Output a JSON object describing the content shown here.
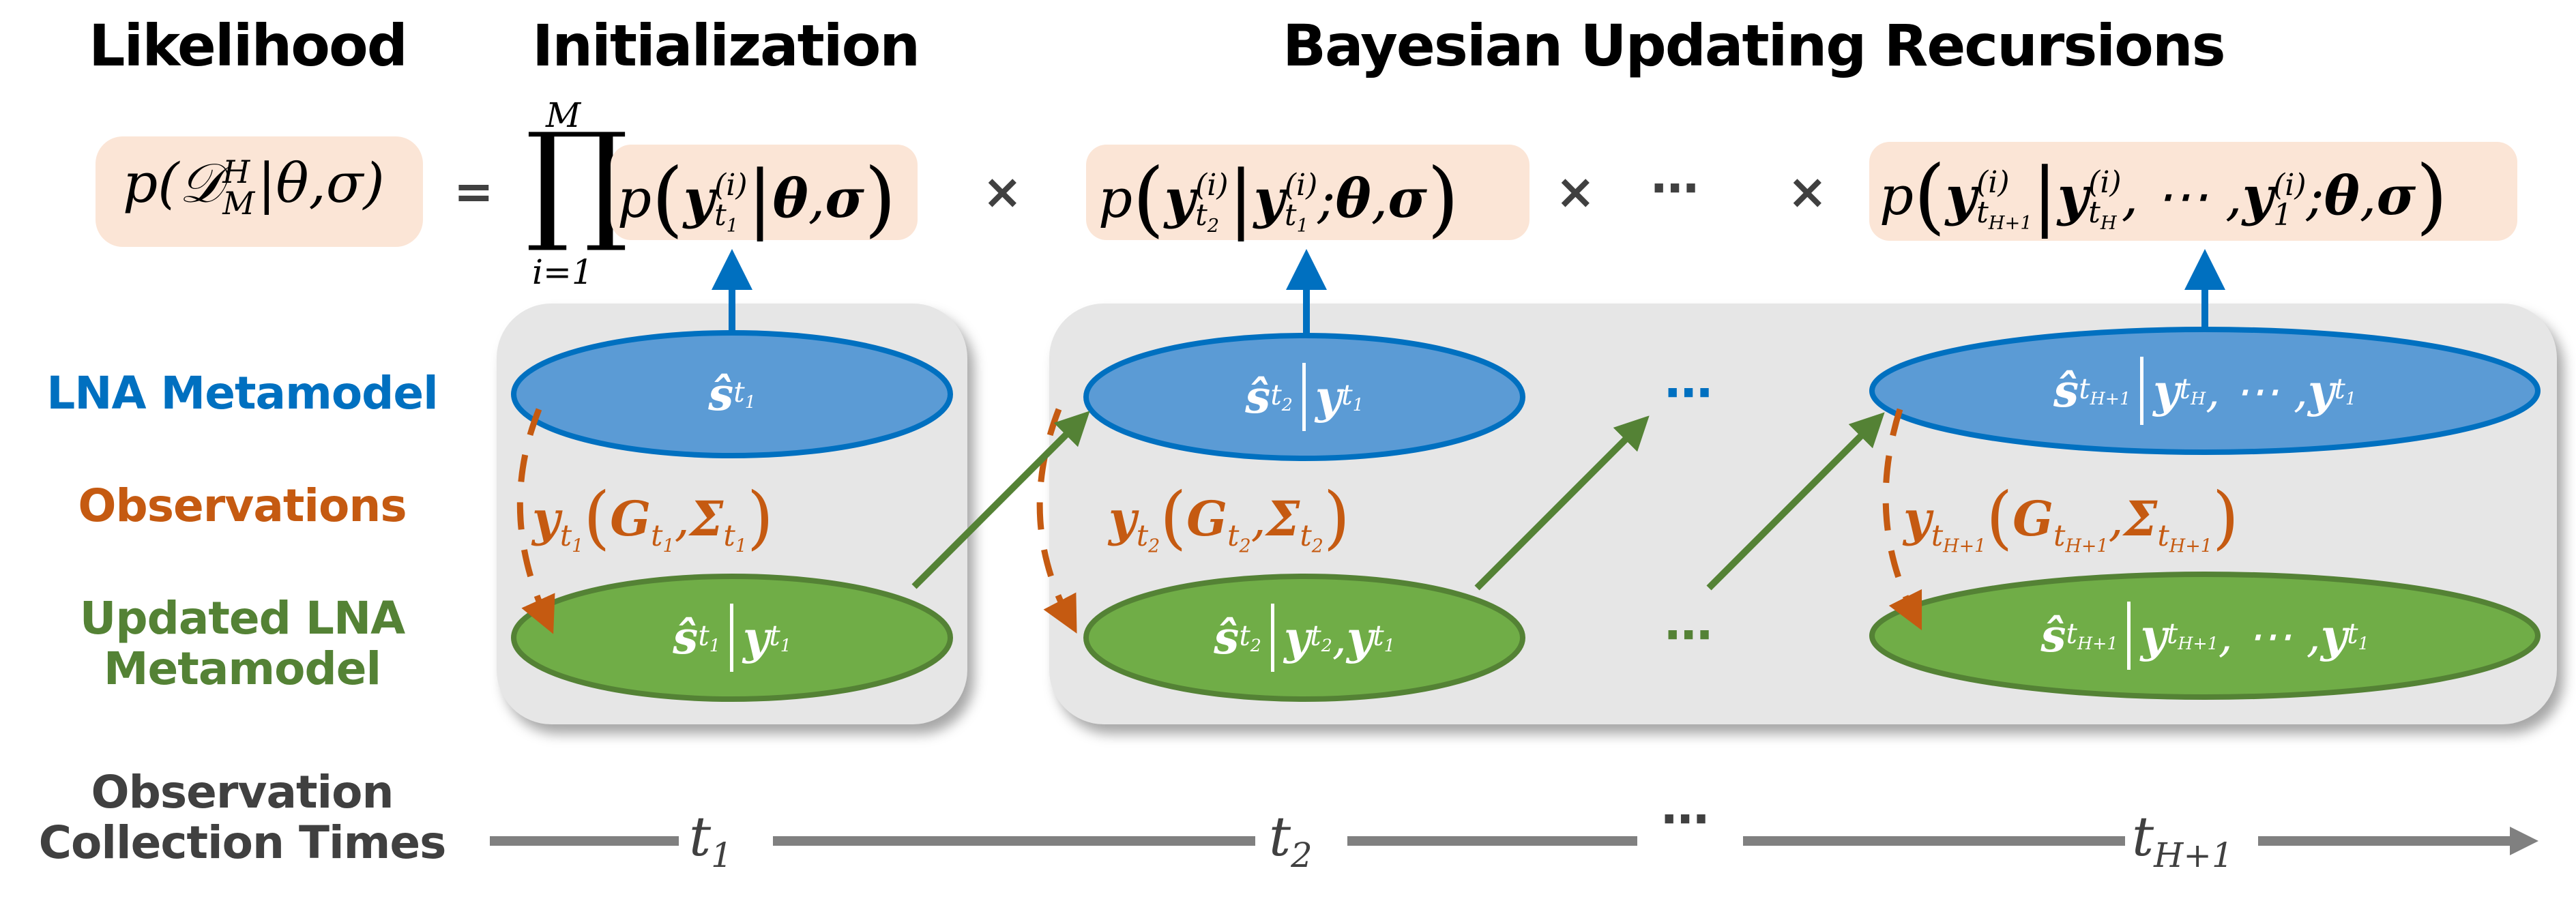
{
  "headings": {
    "likelihood": "Likelihood",
    "initialization": "Initialization",
    "bayesian": "Bayesian Updating Recursions"
  },
  "row_labels": {
    "lna": "LNA Metamodel",
    "observations": "Observations",
    "updated_line1": "Updated LNA",
    "updated_line2": "Metamodel",
    "times_line1": "Observation",
    "times_line2": "Collection Times"
  },
  "equation": {
    "lhs": "p(𝒟ᴹᴴ|θ,σ)",
    "lhs_p": "p(",
    "lhs_D": "𝒟",
    "lhs_sup": "H",
    "lhs_sub": "M",
    "lhs_rest": "|θ,σ)",
    "equals": "=",
    "prod_symbol": "∏",
    "prod_upper": "M",
    "prod_lower": "i=1",
    "term1": "p(y_t1^(i) | θ,σ)",
    "term2": "p(y_t2^(i) | y_t1^(i); θ,σ)",
    "term3": "p(y_tH+1^(i) | y_tH^(i), ⋯, y_1^(i); θ,σ)",
    "times": "×",
    "ellipsis": "⋯"
  },
  "nodes": {
    "init_prior": "ŝ_t1",
    "init_posterior": "ŝ_t1 | y_t1",
    "t2_prior": "ŝ_t2 | y_t1",
    "t2_posterior": "ŝ_t2 | y_t2, y_t1",
    "tH_prior": "ŝ_tH+1 | y_tH, ⋯, y_t1",
    "tH_posterior": "ŝ_tH+1 | y_tH+1, ⋯, y_t1",
    "ellipsis": "⋯"
  },
  "observations": {
    "t1": "y_t1(G_t1, Σ_t1)",
    "t2": "y_t2(G_t2, Σ_t2)",
    "tH": "y_tH+1(G_tH+1, Σ_tH+1)"
  },
  "timeline": {
    "t1": "t1",
    "t2": "t2",
    "ellipsis": "⋯",
    "tH": "tH+1"
  },
  "colors": {
    "blue_fill": "#5b9bd5",
    "blue_stroke": "#0070c0",
    "green_fill": "#70ad47",
    "green_stroke": "#548235",
    "orange": "#c55a11",
    "pink_box": "#fbe5d6",
    "panel": "#e6e6e6",
    "timeline": "#808080"
  }
}
